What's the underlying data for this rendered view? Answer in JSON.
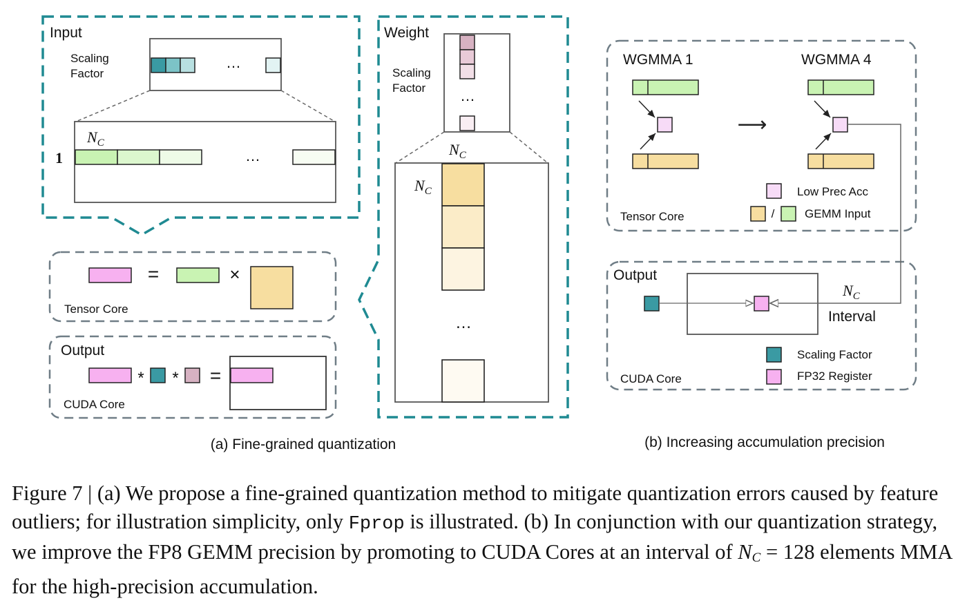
{
  "colors": {
    "teal_dash": "#1f8a92",
    "gray_dash": "#6f7d86",
    "green": "#c9f3b3",
    "green_light": "#dcf7ce",
    "green_lighter": "#eefbe7",
    "green_lightest": "#f7fdf3",
    "orange": "#f7dea0",
    "orange_light": "#fbecc8",
    "orange_lighter": "#fdf4e1",
    "orange_lightest": "#fefaf2",
    "pink": "#f7b1f0",
    "pink_light": "#f7dbf7",
    "mauve": "#d7b2c2",
    "mauve_light": "#e8cad7",
    "mauve_lighter": "#f2dfe7",
    "teal": "#3a9aa3",
    "teal_light": "#7cc3c7",
    "teal_lighter": "#b8e0e1",
    "teal_lightest": "#e2f3f3"
  },
  "left": {
    "input_label": "Input",
    "input_scaling_line1": "Scaling",
    "input_scaling_line2": "Factor",
    "row_label": "1",
    "ellipsis": "…",
    "weight_label": "Weight",
    "weight_scaling_line1": "Scaling",
    "weight_scaling_line2": "Factor",
    "tensor_core_label": "Tensor Core",
    "equals": "=",
    "times": "×",
    "output_label": "Output",
    "star": "*",
    "cuda_core_label": "CUDA Core",
    "caption": "(a) Fine-grained quantization"
  },
  "right": {
    "wgmma1_label": "WGMMA 1",
    "wgmma4_label": "WGMMA 4",
    "arrow": "⟶",
    "tensor_core_label": "Tensor Core",
    "legend_low_prec": "Low Prec Acc",
    "legend_slash": "/",
    "legend_gemm_input": "GEMM Input",
    "output_label": "Output",
    "interval_label": "Interval",
    "legend_scaling_factor": "Scaling Factor",
    "legend_fp32": "FP32 Register",
    "cuda_core_label": "CUDA Core",
    "caption": "(b) Increasing accumulation precision"
  },
  "nc": {
    "letter": "N",
    "sub": "C"
  },
  "figure_caption": {
    "part1": "Figure 7 | (a) We propose a fine-grained quantization method to mitigate quantization errors caused by feature outliers; for illustration simplicity, only ",
    "code": "Fprop",
    "part2": " is illustrated. (b) In conjunction with our quantization strategy, we improve the FP8 GEMM precision by promoting to CUDA Cores at an interval of ",
    "nc_letter": "N",
    "nc_sub": "C",
    "part3": " = 128 elements MMA for the high-precision accumulation."
  }
}
